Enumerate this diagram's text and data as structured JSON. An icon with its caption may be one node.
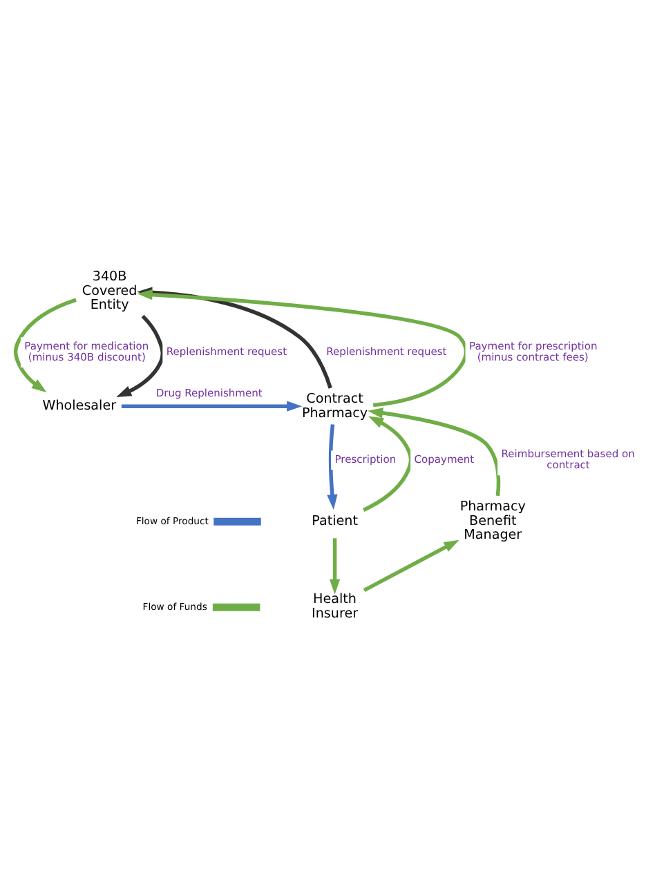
{
  "diagram": {
    "nodes": [
      {
        "text": [
          "340B Covered Entity"
        ]
      },
      {
        "text": [
          "Wholesaler"
        ]
      },
      {
        "text": [
          "Contract Pharmacy"
        ]
      },
      {
        "text": [
          "Patient"
        ]
      },
      {
        "text": [
          "Pharmacy Benefit Manager"
        ]
      },
      {
        "text": [
          "Health Insurer"
        ]
      }
    ],
    "edges": [
      {
        "from": 0,
        "to": 1,
        "arrow": "to",
        "label": "Payment for medication (minus 340B discount)"
      },
      {
        "from": 0,
        "to": 1,
        "arrow": "to",
        "label": "Replenishment request",
        "color": "#333333"
      },
      {
        "from": 2,
        "to": 0,
        "arrow": "to",
        "label": "Replenishment request",
        "color": "#333333"
      },
      {
        "from": 2,
        "to": 0,
        "arrow": "to",
        "label": "Payment for prescription (minus contract fees)"
      },
      {
        "from": 1,
        "to": 2,
        "arrow": "to",
        "label": "Drug Replenishment",
        "color": "#4472c4"
      },
      {
        "from": 2,
        "to": 3,
        "arrow": "to",
        "label": "Prescription",
        "color": "#4472c4"
      },
      {
        "from": 3,
        "to": 2,
        "arrow": "to",
        "label": "Copayment"
      },
      {
        "from": 4,
        "to": 2,
        "arrow": "to",
        "label": "Reimbursement based on contract"
      },
      {
        "from": 3,
        "to": 5,
        "arrow": "to"
      },
      {
        "from": 5,
        "to": 4,
        "arrow": "to"
      }
    ],
    "legend": [
      {
        "text": "Flow of Product",
        "color": "#4472c4"
      },
      {
        "text": "Flow of Funds",
        "color": "#70ad47"
      }
    ]
  }
}
